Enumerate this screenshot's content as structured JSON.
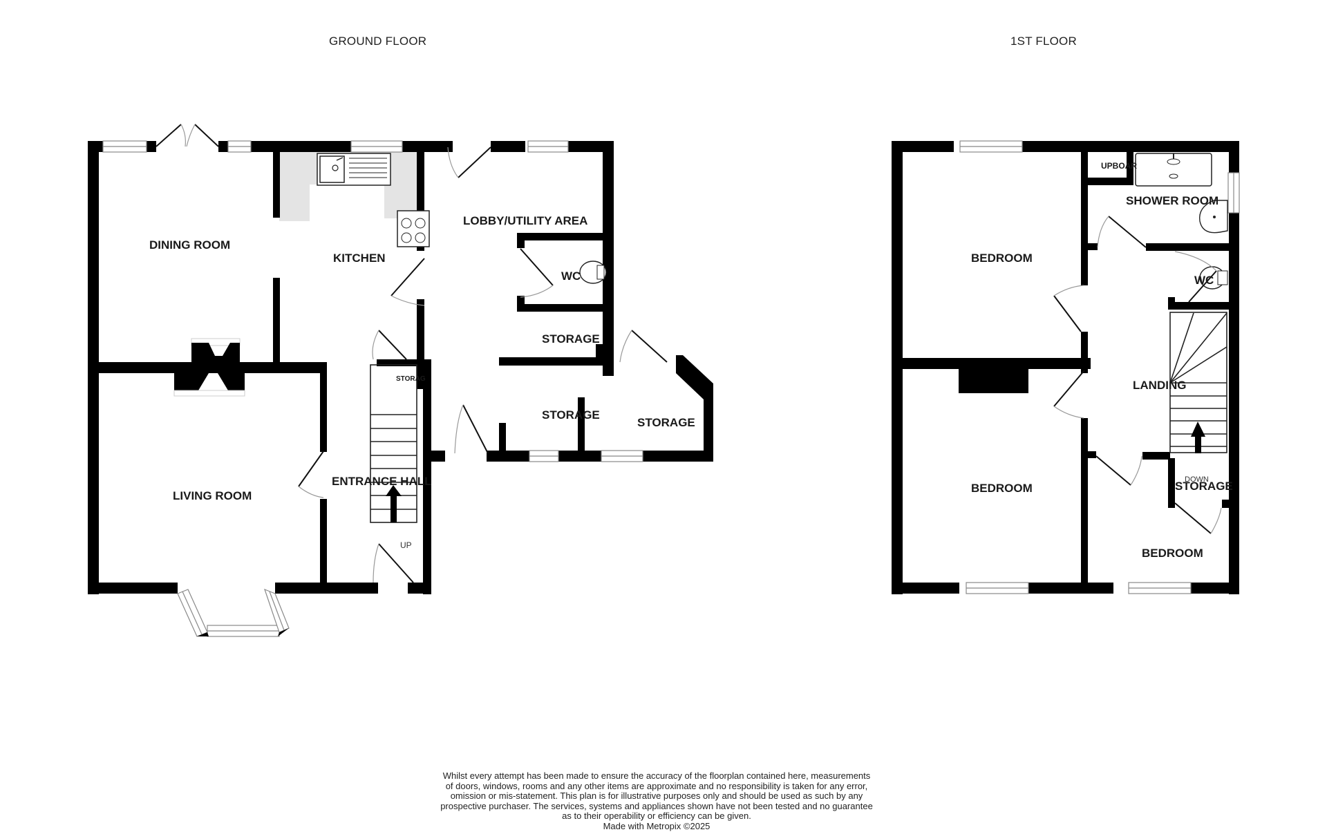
{
  "floors": {
    "ground": {
      "title": "GROUND FLOOR",
      "rooms": {
        "dining_room": "DINING ROOM",
        "kitchen": "KITCHEN",
        "lobby_utility": "LOBBY/UTILITY AREA",
        "wc": "WC",
        "storage_1": "STORAGE",
        "storage_2": "STORAGE",
        "storage_3": "STORAGE",
        "understairs_storage": "STORAG",
        "living_room": "LIVING ROOM",
        "entrance_hall": "ENTRANCE HALL"
      },
      "stair_direction": "UP"
    },
    "first": {
      "title": "1ST FLOOR",
      "rooms": {
        "bedroom_1": "BEDROOM",
        "bedroom_2": "BEDROOM",
        "bedroom_3": "BEDROOM",
        "cupboard": "UPBOAR",
        "shower_room": "SHOWER ROOM",
        "wc": "WC",
        "landing": "LANDING",
        "storage": "STORAGE"
      },
      "stair_direction": "DOWN"
    }
  },
  "disclaimer": {
    "lines": [
      "Whilst every attempt has been made to ensure the accuracy of the floorplan contained here, measurements",
      "of doors, windows, rooms and any other items are approximate and no responsibility is taken for any error,",
      "omission or mis-statement. This plan is for illustrative purposes only and should be used as such by any",
      "prospective purchaser. The services, systems and appliances shown have not been tested and no guarantee",
      "as to their operability or efficiency can be given."
    ],
    "credit": "Made with Metropix ©2025"
  },
  "colors": {
    "wall": "#000000",
    "worktop": "#e4e4e4",
    "background": "#ffffff"
  }
}
